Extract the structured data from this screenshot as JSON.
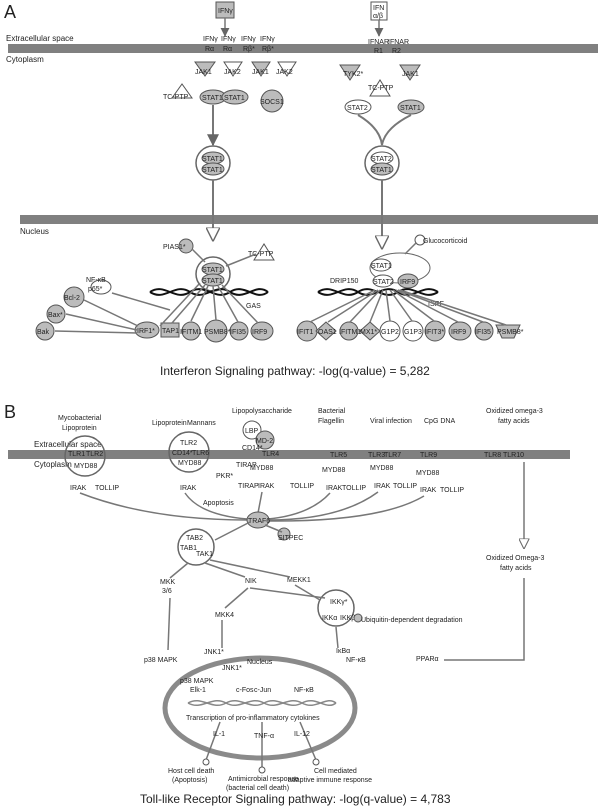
{
  "panel_a": {
    "letter": "A",
    "space_labels": {
      "extracellular": "Extracellular space",
      "cytoplasm": "Cytoplasm",
      "nucleus": "Nucleus"
    },
    "ligands": {
      "ifng": "IFNγ",
      "ifnab_1": "IFN",
      "ifnab_2": "α/β"
    },
    "receptors": {
      "ifngr_1": "IFNγ",
      "ifngr_1b": "Rα",
      "ifngr_2": "IFNγ",
      "ifngr_2b": "Rα",
      "ifngr_3": "IFNγ",
      "ifngr_3b": "Rβ*",
      "ifngr_4": "IFNγ",
      "ifngr_4b": "Rβ*",
      "ifnar_1": "IFNAR",
      "ifnar_1b": "R1",
      "ifnar_2": "IFNAR",
      "ifnar_2b": "R2"
    },
    "cyto": {
      "jak1_left": "JAK1",
      "jak2_left": "JAK2",
      "jak1_mid": "JAK1",
      "jak2_mid": "JAK2",
      "tcptp_left": "TC-PTP",
      "stat1_left": "STAT1",
      "stat1_mid": "STAT1",
      "socs1": "SOCS1",
      "tyk2": "TYK2*",
      "jak1_right": "JAK1",
      "tcptp_right": "TC-PTP",
      "stat2_right": "STAT2",
      "stat1_right": "STAT1",
      "dimer_left_top": "STAT1",
      "dimer_left_bottom": "STAT1",
      "dimer_right_top": "STAT2",
      "dimer_right_bottom": "STAT1"
    },
    "nuc": {
      "pias1": "PIAS1*",
      "tcptp": "TC-PTP",
      "stat1_top": "STAT1",
      "stat1_bottom": "STAT1",
      "gas": "GAS",
      "nfkb": "NF-κB",
      "p65": "p65*",
      "bcl2": "Bcl-2",
      "bax": "Bax*",
      "bak": "Bak",
      "irf1": "IRF1*",
      "tap1": "TAP1",
      "ifitm1": "IFITM1",
      "psmb8": "PSMB8*",
      "ifi35": "IFI35",
      "irf9": "IRF9",
      "glucocorticoid": "Glucocorticoid",
      "drip150": "DRIP150",
      "stat1_r": "STAT1",
      "stat2_r": "STAT2",
      "irf9_r": "IRF9",
      "isrf": "ISRF",
      "ifit1": "IFIT1",
      "oas1": "OAS1",
      "ifitm1_r": "IFITM1",
      "mx1": "MX1*",
      "g1p2": "G1P2",
      "g1p3": "G1P3",
      "ifit3": "IFIT3*",
      "irf9_b": "IRF9",
      "ifi35_b": "IFI35",
      "psmb8_b": "PSMB8*"
    },
    "caption": "Interferon Signaling pathway:  -log(q-value) = 5,282"
  },
  "panel_b": {
    "letter": "B",
    "space_labels": {
      "extracellular": "Extracellular space",
      "cytoplasm": "Cytoplasm",
      "nucleus": "Nucleus"
    },
    "top": {
      "mycobacterial": "Mycobacterial",
      "lipoprotein": "Lipoprotein",
      "lipoprotein2": "Lipoprotein",
      "mannans": "Mannans",
      "lps": "Lipopolysaccharide",
      "lbp": "LBP",
      "md2": "MD-2",
      "cd14": "CD14*",
      "bacterial": "Bacterial",
      "flagellin": "Flagellin",
      "viral": "Viral infection",
      "cpg": "CpG DNA",
      "omega_1": "Oxidized omega-3",
      "omega_2": "fatty acids"
    },
    "receptors": {
      "tlr1": "TLR1",
      "tlr2a": "TLR2",
      "myd88a": "MYD88",
      "tlr2b": "TLR2",
      "cd14b": "CD14*",
      "tlr6": "TLR6",
      "myd88b": "MYD88",
      "tlr4": "TLR4",
      "myd88c": "MYD88",
      "tirap": "TIRAP",
      "tlr5": "TLR5",
      "myd88d": "MYD88",
      "tlr3": "TLR3",
      "tlr7": "TLR7",
      "myd88e": "MYD88",
      "tlr9": "TLR9",
      "myd88f": "MYD88",
      "tlr8": "TLR8",
      "tlr10": "TLR10"
    },
    "adaptors": {
      "irak_a": "IRAK",
      "tollip_a": "TOLLIP",
      "irak_b": "IRAK",
      "pkr": "PKR*",
      "tirap_b": "TIRAP",
      "irak_c": "IRAK",
      "tollip_c": "TOLLIP",
      "apoptosis": "Apoptosis",
      "irak_d": "IRAK",
      "tollip_d": "TOLLIP",
      "irak_e": "IRAK",
      "tollip_e": "TOLLIP",
      "irak_f": "IRAK",
      "tollip_f": "TOLLIP"
    },
    "mid": {
      "traf6": "TRAF6",
      "tab2": "TAB2",
      "tab1": "TAB1",
      "tak1": "TAK1",
      "sitpec": "SITPEC",
      "mkk36_1": "MKK",
      "mkk36_2": "3/6",
      "nik": "NIK",
      "mekk1": "MEKK1",
      "mkk4": "MKK4",
      "ikkg": "IKKγ*",
      "ikka": "IKKα",
      "ikkb": "IKKβ",
      "ubiquitin": "Ubiquitin-dependent degradation",
      "jnk1": "JNK1*",
      "p38": "p38 MAPK",
      "ikba": "IκBα",
      "nfkb": "NF-κB",
      "ppara": "PPARα",
      "omega_ox_1": "Oxidized Omega-3",
      "omega_ox_2": "fatty acids"
    },
    "nucleus": {
      "jnk1": "JNK1*",
      "p38": "p38 MAPK",
      "elk1": "Elk-1",
      "cfos": "c-Fos",
      "cjun": "c-Jun",
      "nfkb": "NF-κB",
      "transcription": "Transcription of pro-inflammatory cytokines"
    },
    "outputs": {
      "il1": "IL-1",
      "tnfa": "TNF-α",
      "il12": "IL-12",
      "host_1": "Host cell death",
      "host_2": "(Apoptosis)",
      "anti_1": "Antimicrobial response",
      "anti_2": "(bacterial cell death)",
      "cell_1": "Cell mediated",
      "cell_2": "adaptive immune response"
    },
    "caption": "Toll-like Receptor Signaling pathway:  -log(q-value) = 4,783"
  },
  "colors": {
    "membrane": "#808080",
    "node_fill": "#bcbcbc",
    "node_stroke": "#555555",
    "edge": "#7a7a7a",
    "nucleus": "#8a8a8a"
  }
}
